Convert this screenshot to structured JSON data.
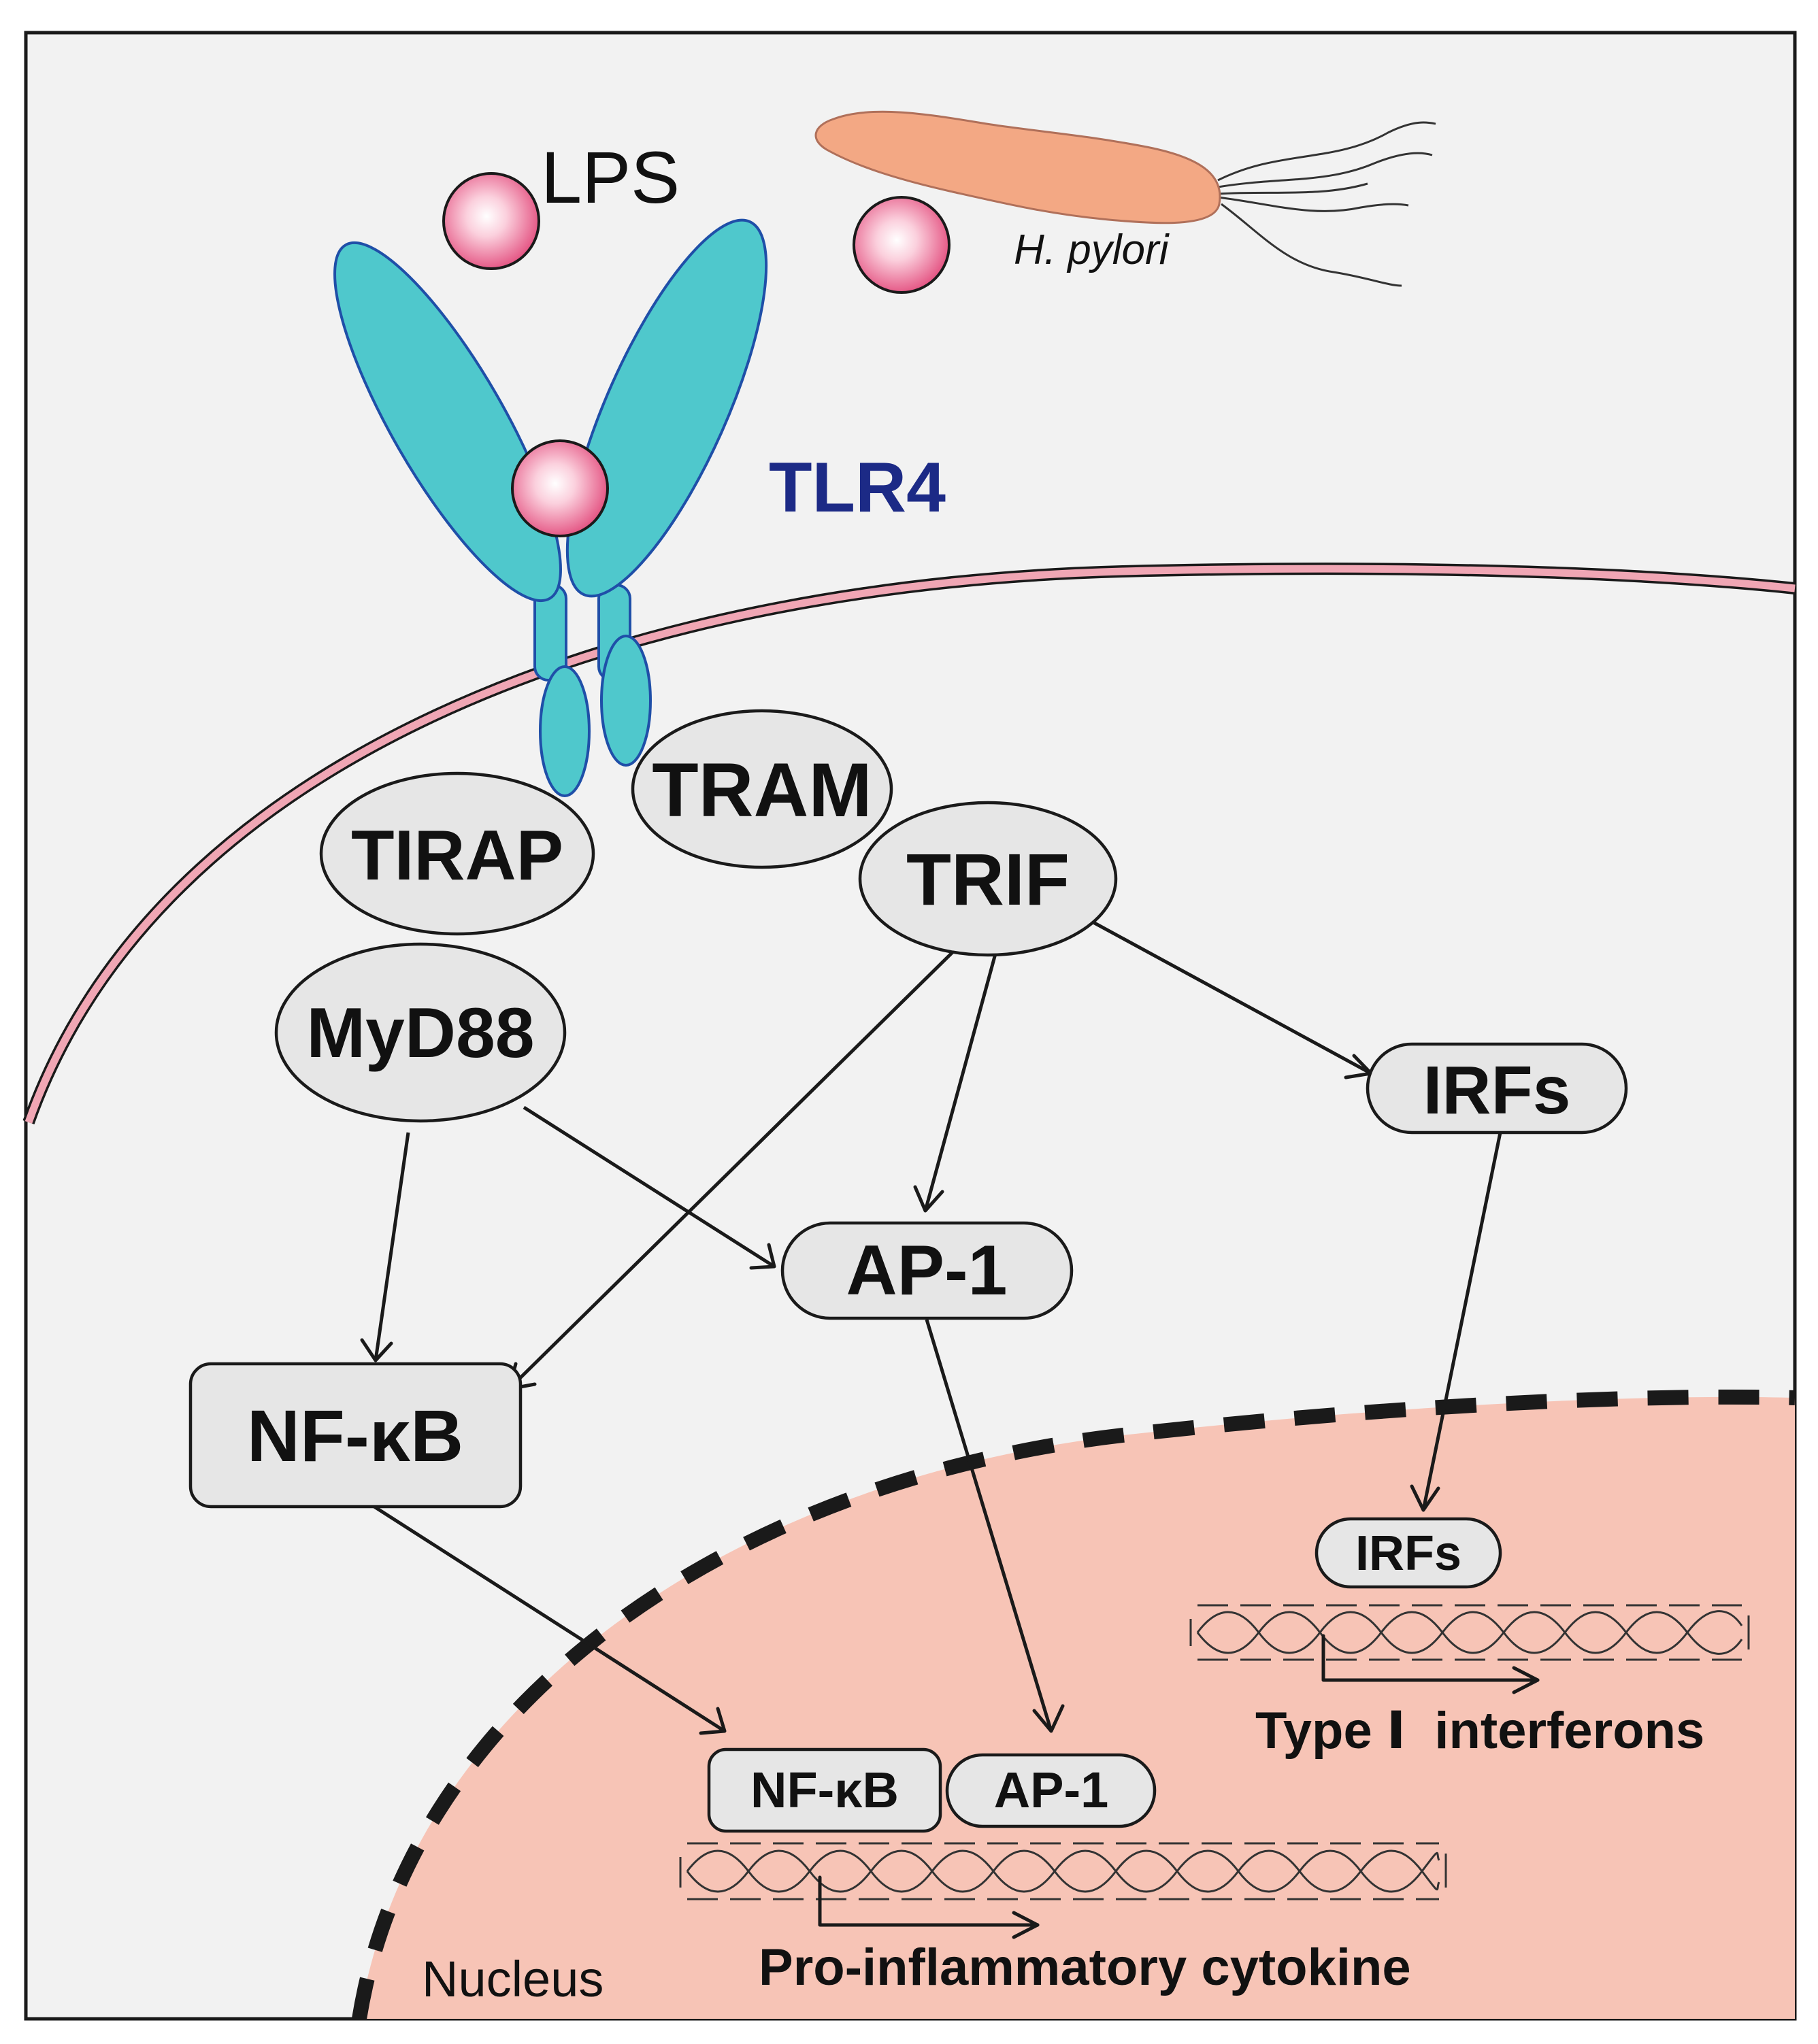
{
  "labels": {
    "lps": "LPS",
    "hpylori": "H. pylori",
    "tlr4": "TLR4",
    "tram": "TRAM",
    "tirap": "TIRAP",
    "trif": "TRIF",
    "myd88": "MyD88",
    "irfs": "IRFs",
    "ap1": "AP-1",
    "nfkb": "NF-κB",
    "nucleus_irfs": "IRFs",
    "type1_ifn": "Type Ⅰ  interferons",
    "nucleus_nfkb": "NF-κB",
    "nucleus_ap1": "AP-1",
    "cytokine": "Pro-inflammatory cytokine",
    "nucleus": "Nucleus"
  },
  "colors": {
    "receptor": "#4fc8cc",
    "receptor_outline": "#1f4fa8",
    "lps_ball": "#e2487a",
    "membrane": "#f0a6b4",
    "nucleus_fill": "#f7c4b6",
    "bacterium": "#f3a884",
    "tlr4_text": "#1c2a86",
    "node_fill": "#e6e6e6"
  }
}
